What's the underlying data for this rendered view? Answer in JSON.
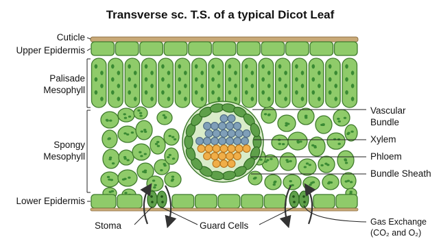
{
  "title": "Transverse sc. T.S. of a typical Dicot Leaf",
  "labels": {
    "cuticle": "Cuticle",
    "upper_epidermis": "Upper Epidermis",
    "palisade_1": "Palisade",
    "palisade_2": "Mesophyll",
    "spongy_1": "Spongy",
    "spongy_2": "Mesophyll",
    "lower_epidermis": "Lower Epidermis",
    "vascular_1": "Vascular",
    "vascular_2": "Bundle",
    "xylem": "Xylem",
    "phloem": "Phloem",
    "bundle_sheath": "Bundle Sheath",
    "stoma": "Stoma",
    "guard_cells": "Guard Cells",
    "gas_exchange_1": "Gas Exchange",
    "gas_exchange_2": "(CO₂ and O₂)"
  },
  "colors": {
    "cell_fill": "#8fcb6a",
    "cell_stroke": "#3f7a2d",
    "chloroplast": "#3a8a34",
    "cuticle": "#c9a977",
    "xylem": "#7f9fb8",
    "phloem": "#f0ae48",
    "sheath": "#5fa04a"
  }
}
